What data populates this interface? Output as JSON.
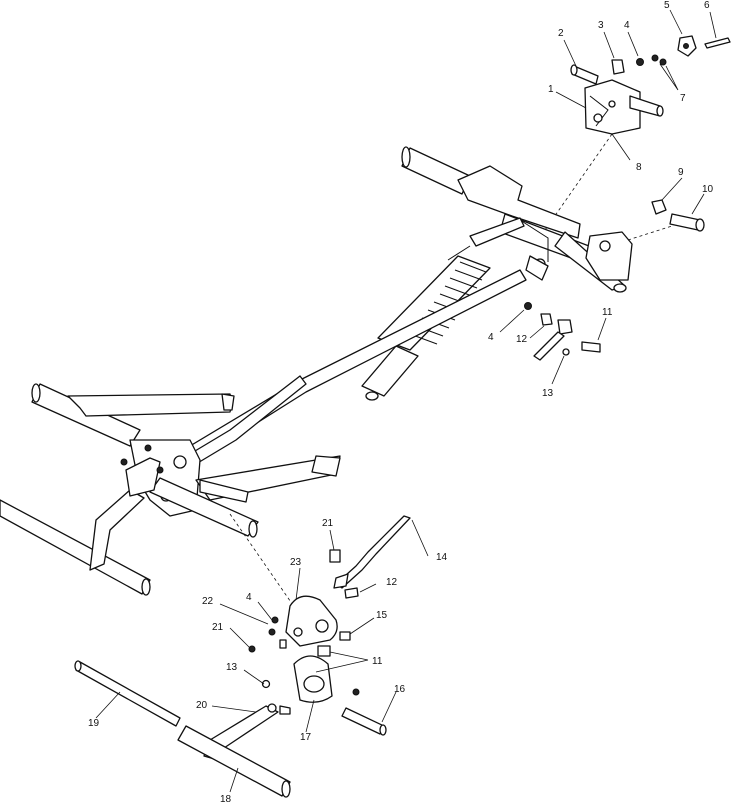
{
  "callouts": {
    "c1": "1",
    "c2": "2",
    "c3": "3",
    "c4a": "4",
    "c5": "5",
    "c6": "6",
    "c7": "7",
    "c8": "8",
    "c9": "9",
    "c10": "10",
    "c4b": "4",
    "c12a": "12",
    "c11a": "11",
    "c13a": "13",
    "c21a": "21",
    "c14": "14",
    "c23": "23",
    "c12b": "12",
    "c22": "22",
    "c4c": "4",
    "c15": "15",
    "c21b": "21",
    "c11b": "11",
    "c13b": "13",
    "c16": "16",
    "c20": "20",
    "c19": "19",
    "c17": "17",
    "c18": "18"
  }
}
